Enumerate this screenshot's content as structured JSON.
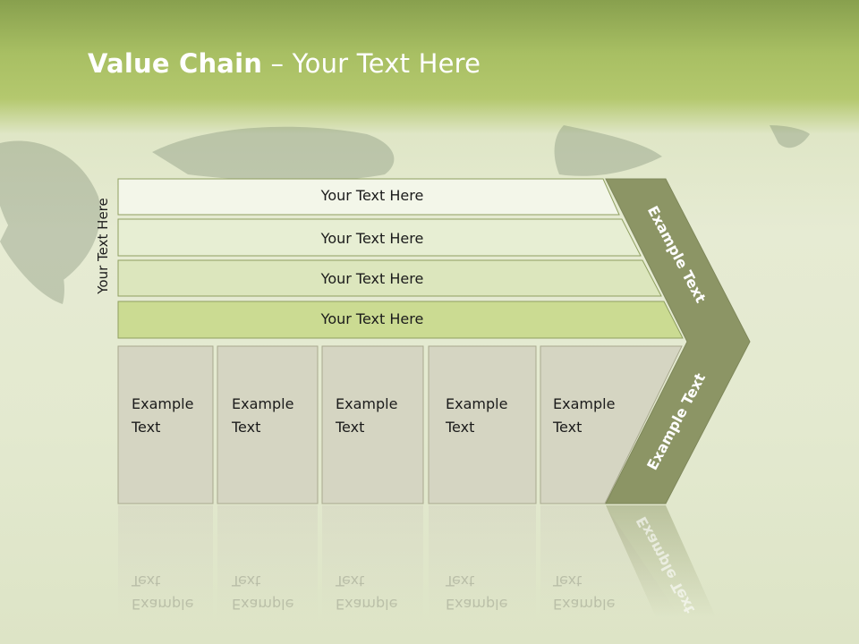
{
  "slide": {
    "title_bold": "Value Chain",
    "title_rest": " – Your Text Here"
  },
  "side_label": "Your Text Here",
  "rows": [
    {
      "label": "Your Text Here",
      "fill": "#f3f6e9"
    },
    {
      "label": "Your Text Here",
      "fill": "#e7eed3"
    },
    {
      "label": "Your Text Here",
      "fill": "#dce6bd"
    },
    {
      "label": "Your Text Here",
      "fill": "#cbdb92"
    }
  ],
  "boxes": [
    {
      "line1": "Example",
      "line2": "Text"
    },
    {
      "line1": "Example",
      "line2": "Text"
    },
    {
      "line1": "Example",
      "line2": "Text"
    },
    {
      "line1": "Example",
      "line2": "Text"
    },
    {
      "line1": "Example",
      "line2": "Text"
    }
  ],
  "chevron": {
    "upper_label": "Example Text",
    "lower_label": "Example Text",
    "fill": "#8c9565"
  },
  "colors": {
    "box_fill": "#d5d5c2",
    "box_stroke": "#a9a98f",
    "row_stroke": "#8f9f60"
  }
}
